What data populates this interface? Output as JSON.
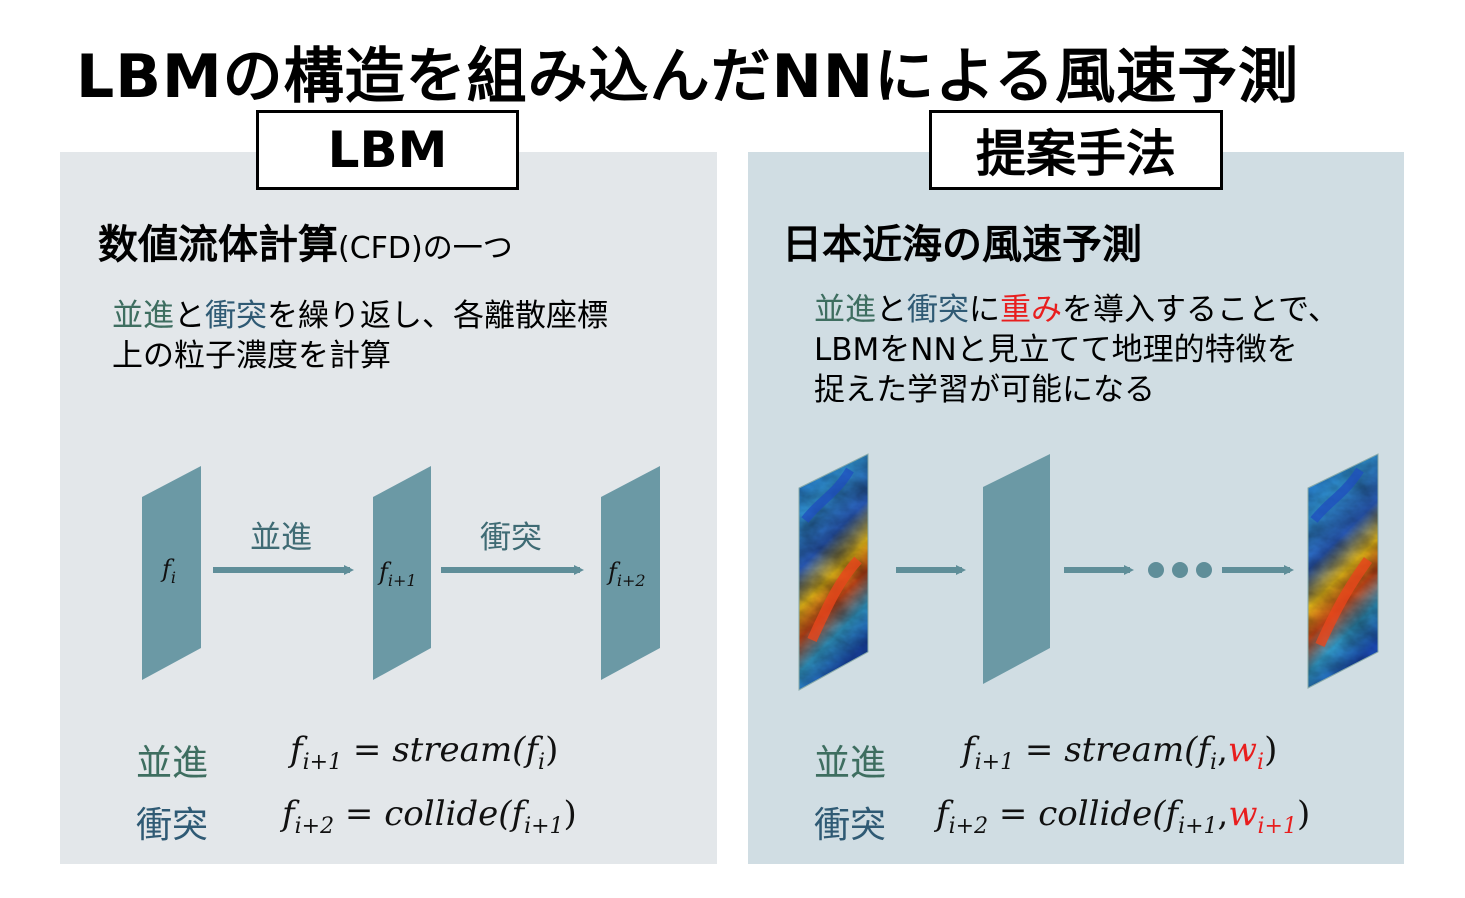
{
  "title": "LBMの構造を組み込んだNNによる風速予測",
  "left": {
    "tag": "LBM",
    "subhead_main": "数値流体計算",
    "subhead_small": "(CFD)",
    "subhead_tail": "の一つ",
    "desc": {
      "w1": "並進",
      "w2": "と",
      "w3": "衝突",
      "w4": "を繰り返し、各離散座標",
      "line2": "上の粒子濃度を計算"
    },
    "diagram": {
      "arrow1_label": "並進",
      "arrow2_label": "衝突",
      "plane_labels": [
        "f",
        "f",
        "f"
      ],
      "plane_subs": [
        "i",
        "i+1",
        "i+2"
      ]
    },
    "eq1": {
      "name": "並進",
      "lhs": "f",
      "lhs_sub": "i+1",
      "op": "=",
      "fn": "stream(",
      "arg": "f",
      "arg_sub": "i",
      "close": ")"
    },
    "eq2": {
      "name": "衝突",
      "lhs": "f",
      "lhs_sub": "i+2",
      "op": "=",
      "fn": "collide(",
      "arg": "f",
      "arg_sub": "i+1",
      "close": ")"
    }
  },
  "right": {
    "tag": "提案手法",
    "subhead": "日本近海の風速予測",
    "desc": {
      "w1": "並進",
      "w2": "と",
      "w3": "衝突",
      "w4": "に",
      "w5": "重み",
      "w6": "を導入することで、",
      "line2": "LBMをNNと見立てて地理的特徴を",
      "line3": "捉えた学習が可能になる"
    },
    "eq1": {
      "name": "並進",
      "lhs": "f",
      "lhs_sub": "i+1",
      "op": "=",
      "fn": "stream(",
      "arg": "f",
      "arg_sub": "i",
      "comma": ",",
      "w": "w",
      "w_sub": "i",
      "close": ")"
    },
    "eq2": {
      "name": "衝突",
      "lhs": "f",
      "lhs_sub": "i+2",
      "op": "=",
      "fn": "collide(",
      "arg": "f",
      "arg_sub": "i+1",
      "comma": ",",
      "w": "w",
      "w_sub": "i+1",
      "close": ")"
    }
  },
  "colors": {
    "plane": "#6b99a5",
    "arrow": "#5f8e99",
    "green_text": "#3e6e60",
    "blue_text": "#2f5a74",
    "red_text": "#e81e1e"
  }
}
